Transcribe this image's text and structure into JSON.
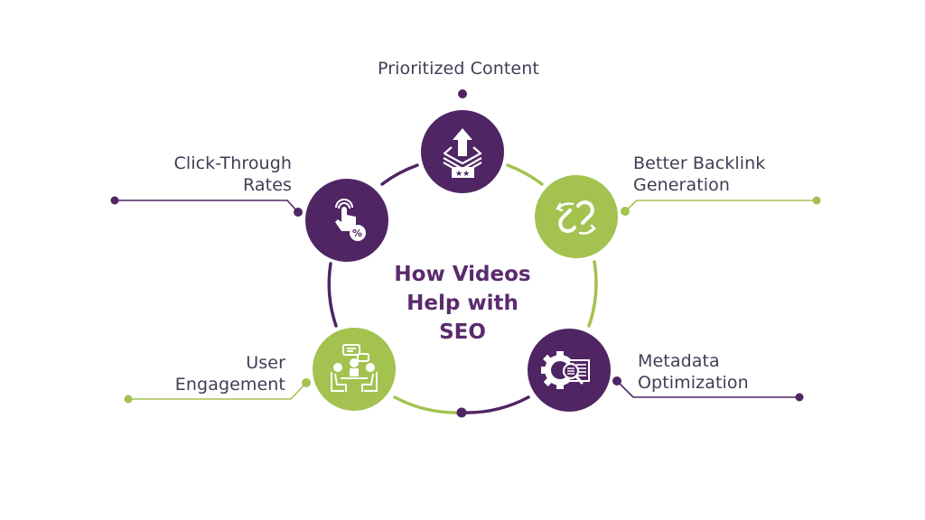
{
  "title": {
    "line1": "How Videos",
    "line2": "Help with",
    "line3": "SEO"
  },
  "colors": {
    "purple": "#4f2563",
    "green": "#a3c250",
    "text": "#3e3e55",
    "title": "#5a2a6e"
  },
  "nodes": [
    {
      "id": "prioritized-content",
      "label_lines": [
        "Prioritized Content"
      ],
      "color": "purple",
      "icon": "upload-rated-content-icon"
    },
    {
      "id": "better-backlink-generation",
      "label_lines": [
        "Better Backlink",
        "Generation"
      ],
      "color": "green",
      "icon": "link-exchange-icon"
    },
    {
      "id": "metadata-optimization",
      "label_lines": [
        "Metadata",
        "Optimization"
      ],
      "color": "purple",
      "icon": "gear-search-document-icon"
    },
    {
      "id": "user-engagement",
      "label_lines": [
        "User",
        "Engagement"
      ],
      "color": "green",
      "icon": "meeting-chat-icon"
    },
    {
      "id": "click-through-rates",
      "label_lines": [
        "Click-Through",
        "Rates"
      ],
      "color": "purple",
      "icon": "tap-percent-icon"
    }
  ]
}
